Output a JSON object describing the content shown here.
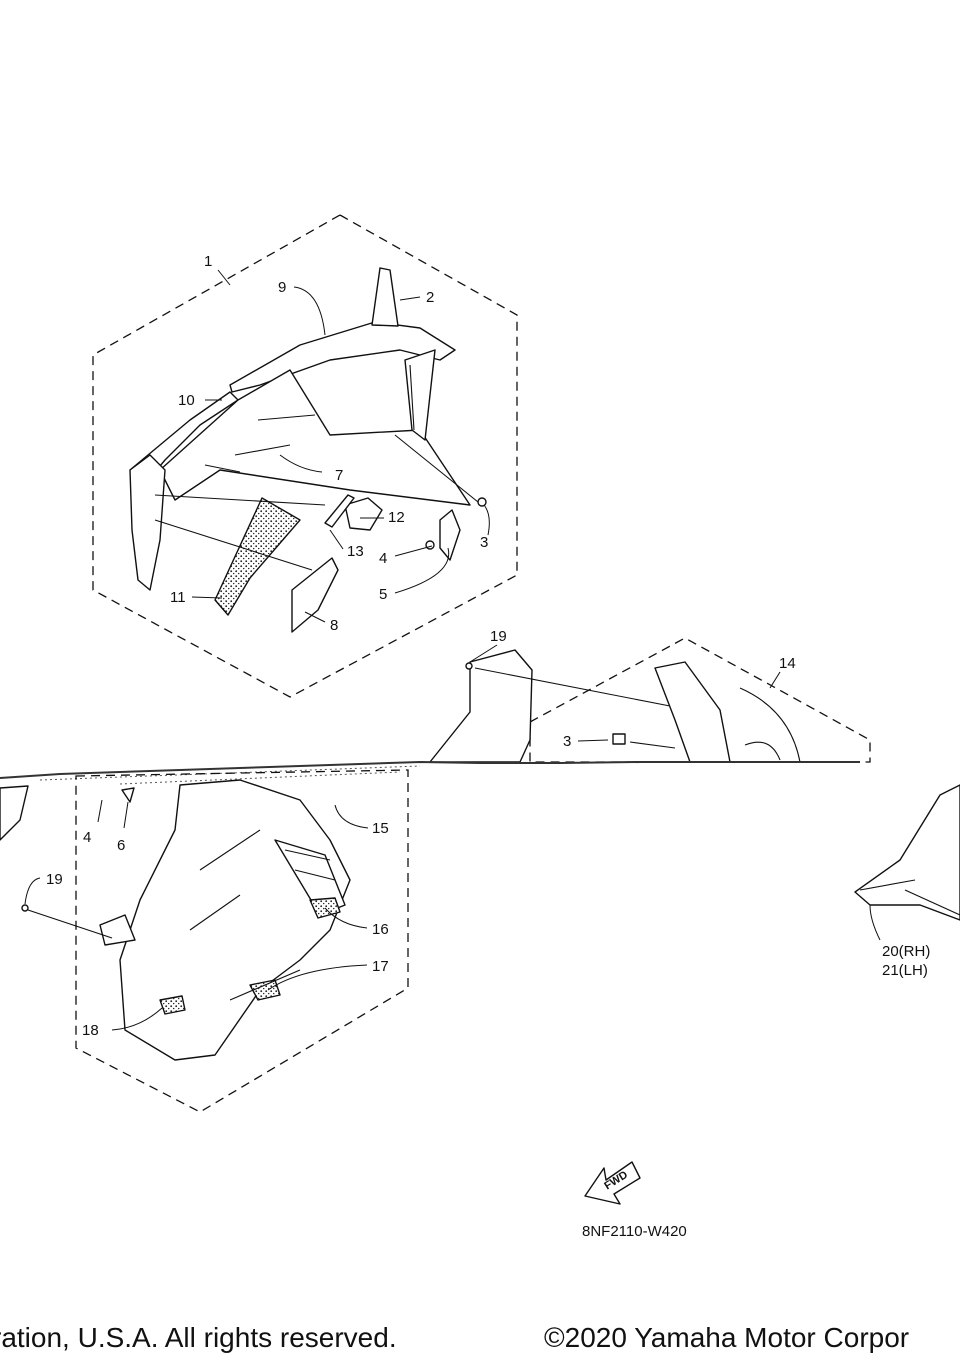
{
  "callouts": {
    "c1": "1",
    "c2": "2",
    "c3a": "3",
    "c3b": "3",
    "c4a": "4",
    "c4b": "4",
    "c5": "5",
    "c6": "6",
    "c7": "7",
    "c8": "8",
    "c9": "9",
    "c10": "10",
    "c11": "11",
    "c12": "12",
    "c13": "13",
    "c14": "14",
    "c15": "15",
    "c16": "16",
    "c17": "17",
    "c18": "18",
    "c19a": "19",
    "c19b": "19",
    "c20": "20(RH)",
    "c21": "21(LH)"
  },
  "fwd_label": "FWD",
  "diagram_code": "8NF2110-W420",
  "copyright_left": "ration, U.S.A. All rights reserved.",
  "copyright_right": "©2020 Yamaha Motor Corpor",
  "icons": {
    "fwd": "forward-arrow-icon"
  }
}
